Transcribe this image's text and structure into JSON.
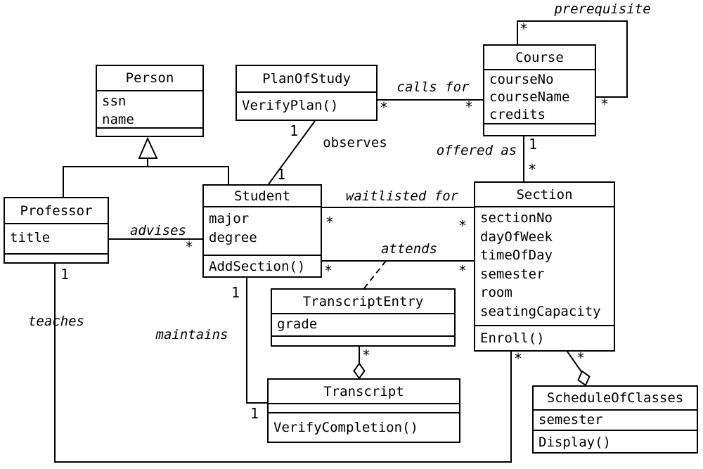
{
  "diagram_type": "uml-class-diagram",
  "colors": {
    "line": "#000000",
    "background": "#ffffff"
  },
  "classes": [
    {
      "name": "Person",
      "attributes": [
        "ssn",
        "name"
      ],
      "operations": []
    },
    {
      "name": "PlanOfStudy",
      "attributes": [],
      "operations": [
        "VerifyPlan()"
      ]
    },
    {
      "name": "Course",
      "attributes": [
        "courseNo",
        "courseName",
        "credits"
      ],
      "operations": []
    },
    {
      "name": "Professor",
      "attributes": [
        "title"
      ],
      "operations": []
    },
    {
      "name": "Student",
      "attributes": [
        "major",
        "degree"
      ],
      "operations": [
        "AddSection()"
      ]
    },
    {
      "name": "Section",
      "attributes": [
        "sectionNo",
        "dayOfWeek",
        "timeOfDay",
        "semester",
        "room",
        "seatingCapacity"
      ],
      "operations": [
        "Enroll()"
      ]
    },
    {
      "name": "TranscriptEntry",
      "attributes": [
        "grade"
      ],
      "operations": []
    },
    {
      "name": "Transcript",
      "attributes": [],
      "operations": [
        "VerifyCompletion()"
      ]
    },
    {
      "name": "ScheduleOfClasses",
      "attributes": [
        "semester"
      ],
      "operations": [
        "Display()"
      ]
    }
  ],
  "associations": [
    {
      "name": "prerequisite",
      "from": "Course",
      "to": "Course",
      "end1": "*",
      "end2": "*"
    },
    {
      "name": "calls for",
      "from": "PlanOfStudy",
      "to": "Course",
      "end1": "*",
      "end2": "*"
    },
    {
      "name": "observes",
      "from": "PlanOfStudy",
      "to": "Student",
      "end1": "1",
      "end2": "1"
    },
    {
      "name": "advises",
      "from": "Professor",
      "to": "Student",
      "end2": "*"
    },
    {
      "name": "waitlisted for",
      "from": "Student",
      "to": "Section",
      "end1": "*",
      "end2": "*"
    },
    {
      "name": "attends",
      "from": "Student",
      "to": "Section",
      "end1": "*",
      "end2": "*"
    },
    {
      "name": "offered as",
      "from": "Course",
      "to": "Section",
      "end1": "1",
      "end2": "*"
    },
    {
      "name": "maintains",
      "from": "Student",
      "to": "Transcript",
      "end1": "1",
      "end2": "1"
    },
    {
      "name": "teaches",
      "from": "Professor",
      "to": "Section",
      "end1": "1",
      "end2": "*"
    },
    {
      "name": "",
      "from": "TranscriptEntry",
      "to": "Transcript",
      "end1": "*",
      "type": "aggregation"
    },
    {
      "name": "",
      "from": "Section",
      "to": "ScheduleOfClasses",
      "end1": "*",
      "type": "aggregation"
    }
  ],
  "generalization": {
    "parent": "Person",
    "children": [
      "Professor",
      "Student"
    ]
  }
}
